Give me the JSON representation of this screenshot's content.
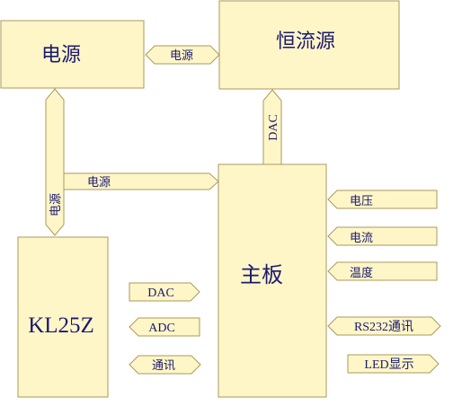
{
  "colors": {
    "fill": "#fff6c8",
    "stroke": "#a89a5a",
    "text": "#1a1a6e"
  },
  "blocks": {
    "power": "电源",
    "constant_current": "恒流源",
    "main_board": "主板",
    "mcu": "KL25Z"
  },
  "arrows": {
    "power_to_cc": "电源",
    "power_vertical": "电源",
    "power_to_main": "电源",
    "dac_vertical": "DAC",
    "voltage": "电压",
    "current": "电流",
    "temperature": "温度",
    "rs232": "RS232通讯",
    "led": "LED显示",
    "mcu_dac": "DAC",
    "mcu_adc": "ADC",
    "mcu_comm": "通讯"
  }
}
